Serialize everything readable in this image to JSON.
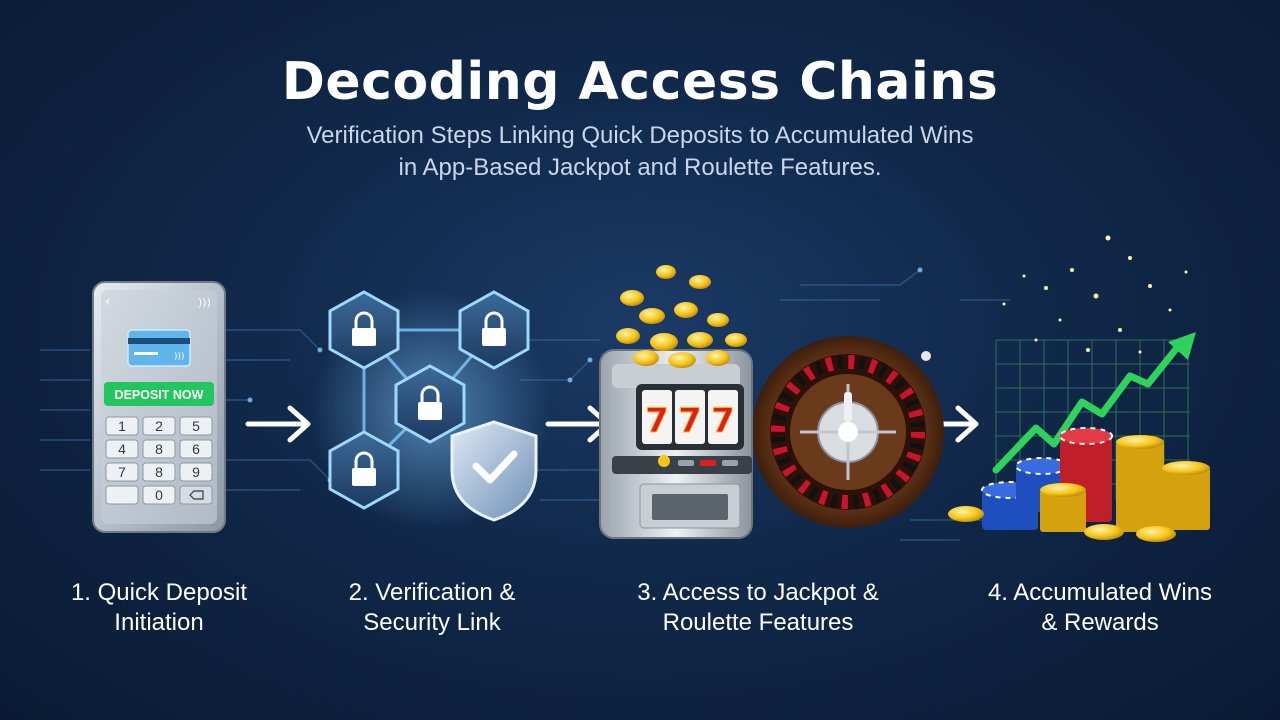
{
  "header": {
    "title": "Decoding Access Chains",
    "subtitle_line1": "Verification Steps Linking Quick Deposits to Accumulated Wins",
    "subtitle_line2": "in App-Based Jackpot and Roulette Features."
  },
  "phone": {
    "button_label": "DEPOSIT NOW",
    "keys": [
      "1",
      "2",
      "5",
      "4",
      "8",
      "6",
      "7",
      "8",
      "9",
      "",
      "0",
      ""
    ]
  },
  "slot": {
    "reels": [
      "7",
      "7",
      "7"
    ]
  },
  "steps": [
    {
      "line1": "1. Quick Deposit",
      "line2": "Initiation",
      "icon": "phone-icon"
    },
    {
      "line1": "2. Verification &",
      "line2": "Security Link",
      "icon": "shield-lock-icon"
    },
    {
      "line1": "3. Access to Jackpot &",
      "line2": "Roulette Features",
      "icon": "slot-roulette-icon"
    },
    {
      "line1": "4. Accumulated Wins",
      "line2": "& Rewards",
      "icon": "rising-chart-coins-icon"
    }
  ],
  "colors": {
    "background": "#102849",
    "accent_green": "#22c55e",
    "gold": "#f5c518",
    "chip_red": "#d62828",
    "chip_blue": "#1f4fbf"
  }
}
